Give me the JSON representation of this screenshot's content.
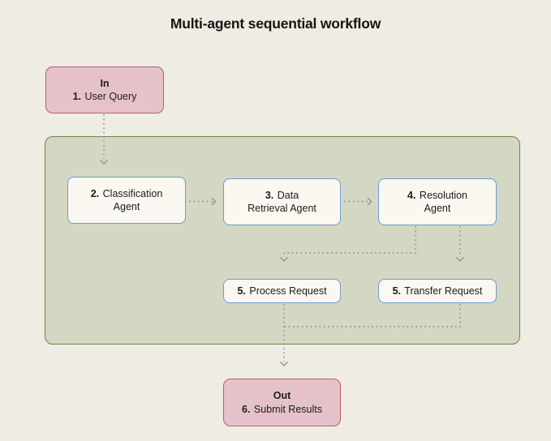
{
  "title": "Multi-agent sequential workflow",
  "nodes": {
    "in": {
      "header": "In",
      "num": "1.",
      "label": "User Query"
    },
    "classification": {
      "num": "2.",
      "line1": "Classification",
      "line2": "Agent"
    },
    "data_retrieval": {
      "num": "3.",
      "line1": "Data",
      "line2": "Retrieval Agent"
    },
    "resolution": {
      "num": "4.",
      "line1": "Resolution",
      "line2": "Agent"
    },
    "process": {
      "num": "5.",
      "label": "Process Request"
    },
    "transfer": {
      "num": "5.",
      "label": "Transfer Request"
    },
    "out": {
      "header": "Out",
      "num": "6.",
      "label": "Submit Results"
    }
  },
  "colors": {
    "background": "#efece3",
    "container_fill": "#d4d7c3",
    "container_border": "#75804f",
    "endpoint_fill": "#e5c2ca",
    "endpoint_border": "#b05e76",
    "agent_fill": "#faf8f0",
    "agent_border": "#6f9ccc",
    "edge": "#8e8e8e",
    "text": "#1d1b1c"
  }
}
